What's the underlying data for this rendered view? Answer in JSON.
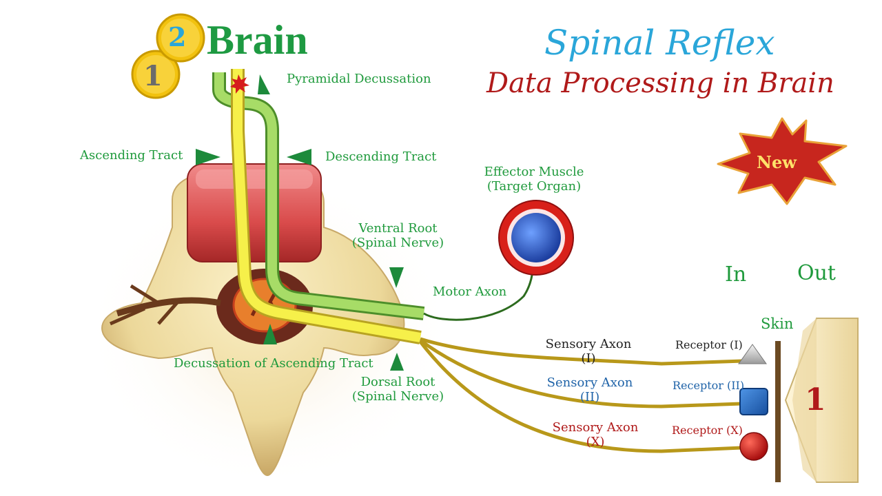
{
  "header": {
    "title": "Spinal Reflex",
    "subtitle": "Data Processing in Brain",
    "brain_label": "Brain",
    "step_badge_1": "1",
    "step_badge_2": "2",
    "new_badge": "New"
  },
  "labels": {
    "pyramidal_decussation": "Pyramidal Decussation",
    "ascending_tract": "Ascending  Tract",
    "descending_tract": "Descending  Tract",
    "effector_muscle_line1": "Effector Muscle",
    "effector_muscle_line2": "(Target Organ)",
    "ventral_root_line1": "Ventral Root",
    "ventral_root_line2": "(Spinal Nerve)",
    "motor_axon": "Motor Axon",
    "decussation_ascending": "Decussation of Ascending Tract",
    "dorsal_root_line1": "Dorsal Root",
    "dorsal_root_line2": "(Spinal Nerve)",
    "in": "In",
    "out": "Out",
    "skin": "Skin"
  },
  "sensory": [
    {
      "axon_line1": "Sensory Axon",
      "axon_line2": "(I)",
      "receptor": "Receptor (I)",
      "color": "#222222"
    },
    {
      "axon_line1": "Sensory Axon",
      "axon_line2": "(II)",
      "receptor": "Receptor (II)",
      "color": "#1f63a8"
    },
    {
      "axon_line1": "Sensory Axon",
      "axon_line2": "(X)",
      "receptor": "Receptor (X)",
      "color": "#b01a1a"
    }
  ],
  "stimulus": {
    "number": "1"
  },
  "colors": {
    "ascending_tract": "#f3ee2a",
    "descending_tract": "#9fd45f",
    "label_green": "#1f9a3c",
    "title_blue": "#2aa6d9",
    "title_red": "#b01a1a",
    "badge_gold": "#f2c20f",
    "new_star": "#c7261e",
    "muscle_ring": "#d8201a",
    "muscle_core": "#2b5fc0"
  }
}
